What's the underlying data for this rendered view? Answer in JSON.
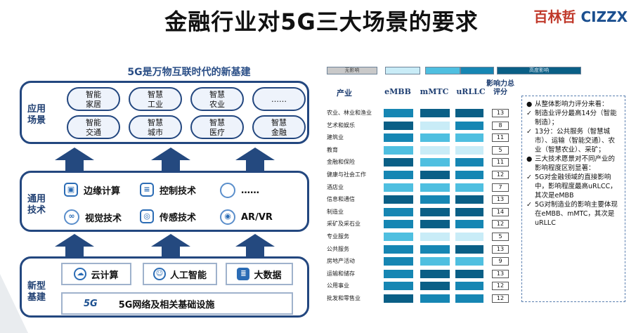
{
  "title": "金融行业对5G三大场景的要求",
  "brand": {
    "part1": "百林哲",
    "part2": "CIZZX"
  },
  "left": {
    "heading": "5G是万物互联时代的新基建",
    "tiers": {
      "app_label": "应用场景",
      "tech_label": "通用技术",
      "infra_label": "新型基建"
    },
    "apps": [
      [
        "智能",
        "家居"
      ],
      [
        "智慧",
        "工业"
      ],
      [
        "智慧",
        "农业"
      ],
      [
        "……",
        ""
      ],
      [
        "智能",
        "交通"
      ],
      [
        "智慧",
        "城市"
      ],
      [
        "智慧",
        "医疗"
      ],
      [
        "智慧",
        "金融"
      ]
    ],
    "tech": [
      "边缘计算",
      "控制技术",
      "……",
      "视觉技术",
      "传感技术",
      "AR/VR"
    ],
    "infra": {
      "cloud": "云计算",
      "ai": "人工智能",
      "bigdata": "大数据",
      "network": "5G网络及相关基础设施",
      "network_logo": "5G"
    }
  },
  "legend": {
    "low": "无影响",
    "high": "高度影响"
  },
  "table": {
    "headers": {
      "industry": "产业",
      "embb": "eMBB",
      "mmtc": "mMTC",
      "urllc": "uRLLC",
      "score": "影响力总评分"
    },
    "rows": [
      {
        "name": "农业、林业和渔业",
        "score": "13"
      },
      {
        "name": "艺术和娱乐",
        "score": "8"
      },
      {
        "name": "建筑业",
        "score": "11"
      },
      {
        "name": "教育",
        "score": "5"
      },
      {
        "name": "金融和保险",
        "score": "11"
      },
      {
        "name": "健康与社会工作",
        "score": "12"
      },
      {
        "name": "酒店业",
        "score": "7"
      },
      {
        "name": "信息和通信",
        "score": "13"
      },
      {
        "name": "制造业",
        "score": "14"
      },
      {
        "name": "采矿及采石业",
        "score": "12"
      },
      {
        "name": "专业服务",
        "score": "5"
      },
      {
        "name": "公共服务",
        "score": "13"
      },
      {
        "name": "房地产活动",
        "score": "9"
      },
      {
        "name": "运输和储存",
        "score": "13"
      },
      {
        "name": "公用事业",
        "score": "12"
      },
      {
        "name": "批发和零售业",
        "score": "12"
      }
    ],
    "levels": [
      [
        3,
        4,
        4
      ],
      [
        4,
        1,
        3
      ],
      [
        3,
        2,
        2
      ],
      [
        2,
        1,
        1
      ],
      [
        4,
        2,
        3
      ],
      [
        3,
        4,
        3
      ],
      [
        2,
        2,
        2
      ],
      [
        4,
        3,
        4
      ],
      [
        3,
        4,
        4
      ],
      [
        3,
        4,
        3
      ],
      [
        2,
        1,
        1
      ],
      [
        3,
        3,
        4
      ],
      [
        3,
        2,
        2
      ],
      [
        3,
        4,
        4
      ],
      [
        3,
        4,
        3
      ],
      [
        4,
        3,
        3
      ]
    ],
    "palette": [
      "#bfc6cc",
      "#c9ecf7",
      "#4fbfe0",
      "#1686b3",
      "#0a5f86"
    ]
  },
  "notes": [
    {
      "mark": "●",
      "text": "从整体影响力评分来看："
    },
    {
      "mark": "✓",
      "text": "制造业评分最高14分（智能制造）；"
    },
    {
      "mark": "✓",
      "text": "13分：公共服务（智慧城市）、运输（智能交通）、农业（智慧农业）、采矿；"
    },
    {
      "mark": "●",
      "text": "三大技术愿景对不同产业的影响程度区别显著："
    },
    {
      "mark": "✓",
      "text": "5G对金融领域的直接影响中，影响程度最高uRLCC，其次是eMBB"
    },
    {
      "mark": "✓",
      "text": "5G对制造业的影响主要体现在eMBB、mMTC，其次是uRLLC"
    }
  ]
}
